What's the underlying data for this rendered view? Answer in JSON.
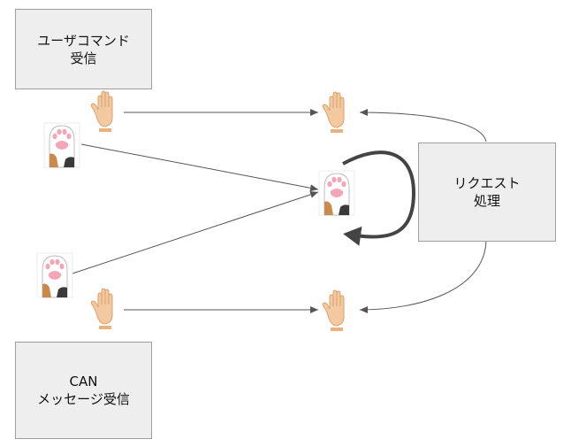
{
  "boxes": {
    "user_command": {
      "lines": [
        "ユーザコマンド",
        "受信"
      ]
    },
    "can_receive": {
      "lines": [
        "CAN",
        "メッセージ受信"
      ]
    },
    "request_processing": {
      "lines": [
        "リクエスト",
        "処理"
      ]
    }
  },
  "icons": {
    "hand": "open-hand-icon",
    "paw": "cat-paw-icon"
  },
  "colors": {
    "box_fill": "#eeeeee",
    "box_border": "#9e9e9e",
    "arrow": "#555555",
    "loop_arrow": "#444444",
    "skin": "#f3c9a0",
    "paw_pad": "#f4a6b8"
  }
}
